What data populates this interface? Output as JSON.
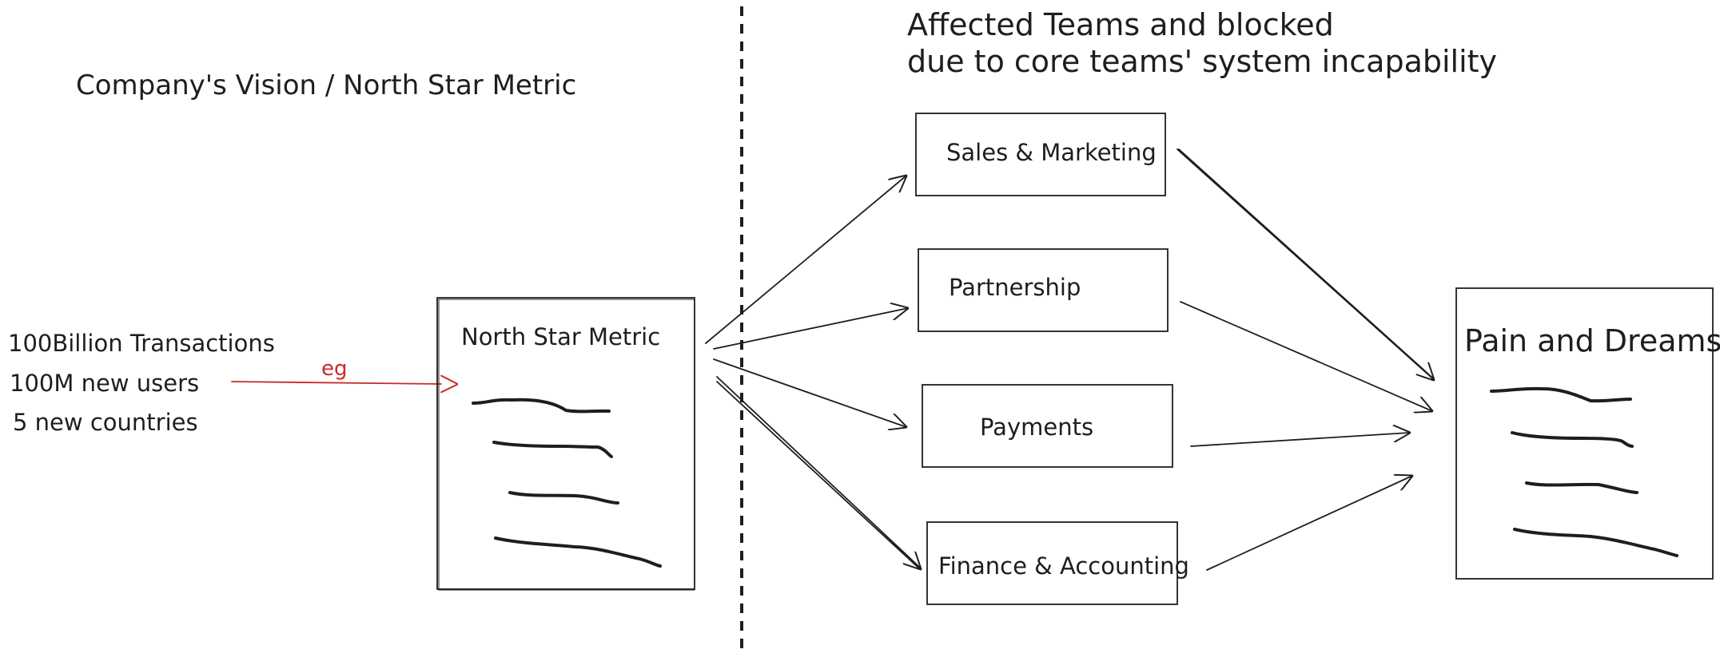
{
  "left_title": "Company's Vision / North Star Metric",
  "right_title_lines": [
    "Affected Teams and blocked",
    "due to core teams' system incapability"
  ],
  "examples": [
    "100Billion Transactions",
    "100M new users",
    "5 new countries"
  ],
  "eg_label": "eg",
  "north_star_box": {
    "label": "North Star Metric"
  },
  "teams": [
    {
      "label": "Sales & Marketing"
    },
    {
      "label": "Partnership"
    },
    {
      "label": "Payments"
    },
    {
      "label": "Finance & Accounting"
    }
  ],
  "pain_box": {
    "label": "Pain and Dreams"
  },
  "colors": {
    "ink": "#1e1e1e",
    "accent_red": "#c92a2a",
    "background": "#ffffff"
  }
}
